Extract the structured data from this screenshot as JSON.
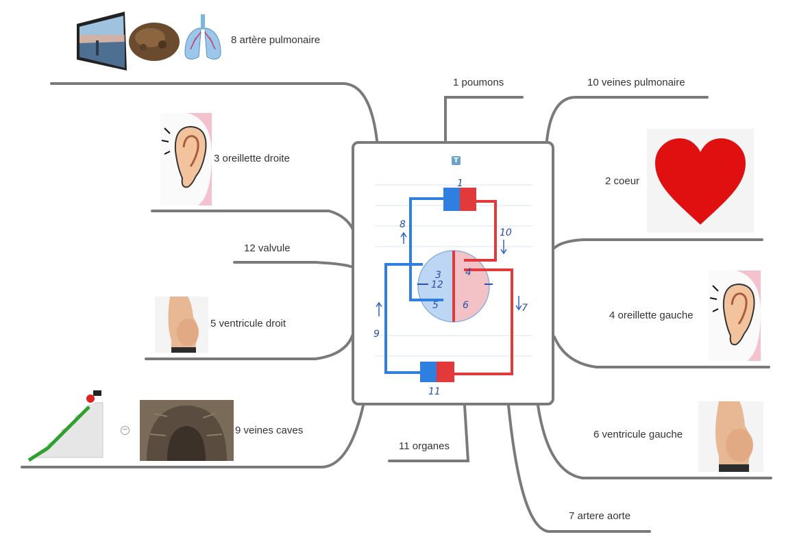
{
  "center": {
    "icon": "text-note-icon",
    "diagram_numbers": [
      "1",
      "8",
      "10",
      "4",
      "3",
      "12",
      "5",
      "6",
      "7",
      "9",
      "11"
    ]
  },
  "branches": {
    "b1": "1 poumons",
    "b2": "2 coeur",
    "b3": "3 oreillette droite",
    "b4": "4 oreillette gauche",
    "b5": "5 ventricule droit",
    "b6": "6 ventricule gauche",
    "b7": "7 artere aorte",
    "b8": "8 artère pulmonaire",
    "b9": "9 veines caves",
    "b10": "10 veines pulmonaire",
    "b11": "11 organes",
    "b12": "12 valvule"
  },
  "colors": {
    "connector": "#7a7a7a",
    "blood_blue": "#2f7fe0",
    "blood_red": "#e23a3a",
    "heart": "#e01010",
    "ear_bg": "#f6c6cf"
  }
}
